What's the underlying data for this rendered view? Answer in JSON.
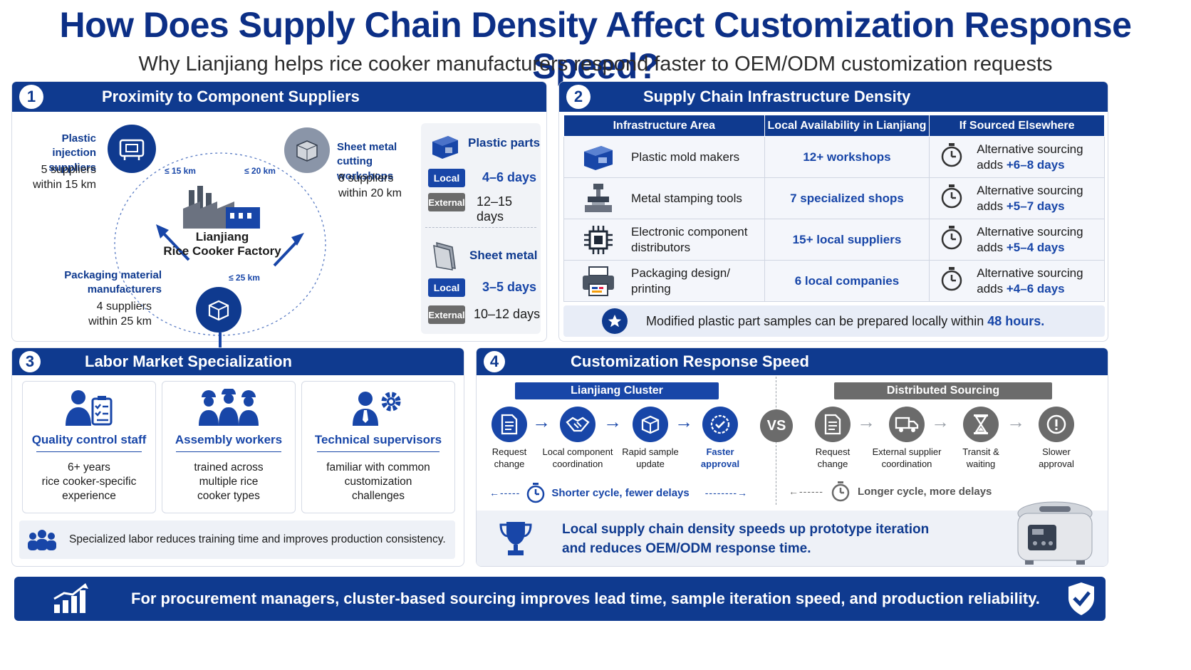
{
  "title": "How Does Supply Chain Density Affect Customization Response Speed?",
  "subtitle": "Why Lianjiang helps rice cooker manufacturers respond faster to OEM/ODM customization requests",
  "section1": {
    "number": "1",
    "title": "Proximity to Component Suppliers",
    "factory_line1": "Lianjiang",
    "factory_line2": "Rice Cooker Factory",
    "plastic": {
      "label_line1": "Plastic injection",
      "label_line2": "suppliers",
      "count": "5 suppliers",
      "distance": "within 15 km",
      "arrow": "≤ 15 km"
    },
    "sheet": {
      "label_line1": "Sheet metal",
      "label_line2": "cutting workshops",
      "count": "8 suppliers",
      "distance": "within 20 km",
      "arrow": "≤ 20 km"
    },
    "packaging": {
      "label_line1": "Packaging material",
      "label_line2": "manufacturers",
      "count": "4 suppliers",
      "distance": "within 25 km",
      "arrow": "≤ 25 km"
    },
    "lead_times": [
      {
        "name": "Plastic parts",
        "local_tag": "Local",
        "local_days": "4–6 days",
        "ext_tag": "External",
        "ext_days": "12–15 days"
      },
      {
        "name": "Sheet metal",
        "local_tag": "Local",
        "local_days": "3–5 days",
        "ext_tag": "External",
        "ext_days": "10–12 days"
      }
    ]
  },
  "section2": {
    "number": "2",
    "title": "Supply Chain Infrastructure Density",
    "headers": [
      "Infrastructure Area",
      "Local Availability in Lianjiang",
      "If Sourced Elsewhere"
    ],
    "rows": [
      {
        "area": "Plastic mold makers",
        "area2": "",
        "local": "12+ workshops",
        "else_line1": "Alternative sourcing",
        "else_prefix": "adds ",
        "else_days": "+6–8 days",
        "icon": "mold-icon"
      },
      {
        "area": "Metal stamping tools",
        "area2": "",
        "local": "7 specialized shops",
        "else_line1": "Alternative sourcing",
        "else_prefix": "adds ",
        "else_days": "+5–7 days",
        "icon": "stamping-icon"
      },
      {
        "area": "Electronic component",
        "area2": "distributors",
        "local": "15+ local suppliers",
        "else_line1": "Alternative sourcing",
        "else_prefix": "adds ",
        "else_days": "+5–4 days",
        "icon": "chip-icon"
      },
      {
        "area": "Packaging design/",
        "area2": "printing",
        "local": "6 local companies",
        "else_line1": "Alternative sourcing",
        "else_prefix": "adds ",
        "else_days": "+4–6 days",
        "icon": "printer-icon"
      }
    ],
    "note_prefix": "Modified plastic part samples can be prepared locally within ",
    "note_highlight": "48 hours."
  },
  "section3": {
    "number": "3",
    "title": "Labor Market Specialization",
    "cards": [
      {
        "title": "Quality control staff",
        "line1": "6+ years",
        "line2": "rice cooker-specific",
        "line3": "experience"
      },
      {
        "title": "Assembly workers",
        "line1": "trained across",
        "line2": "multiple rice",
        "line3": "cooker types"
      },
      {
        "title": "Technical supervisors",
        "line1": "familiar with common",
        "line2": "customization",
        "line3": "challenges"
      }
    ],
    "note": "Specialized labor reduces training time and improves production consistency."
  },
  "section4": {
    "number": "4",
    "title": "Customization Response Speed",
    "left_head": "Lianjiang Cluster",
    "right_head": "Distributed Sourcing",
    "vs": "VS",
    "left_steps": [
      {
        "l1": "Request",
        "l2": "change"
      },
      {
        "l1": "Local component",
        "l2": "coordination"
      },
      {
        "l1": "Rapid sample",
        "l2": "update"
      },
      {
        "l1": "Faster",
        "l2": "approval"
      }
    ],
    "right_steps": [
      {
        "l1": "Request",
        "l2": "change"
      },
      {
        "l1": "External supplier",
        "l2": "coordination"
      },
      {
        "l1": "Transit &",
        "l2": "waiting"
      },
      {
        "l1": "Slower",
        "l2": "approval"
      }
    ],
    "left_cycle": "Shorter cycle, fewer delays",
    "right_cycle": "Longer cycle, more delays",
    "conclusion_line1": "Local supply chain density speeds up prototype iteration",
    "conclusion_line2": "and reduces OEM/ODM response time."
  },
  "footer": "For procurement managers, cluster-based sourcing improves lead time, sample iteration speed, and production reliability."
}
